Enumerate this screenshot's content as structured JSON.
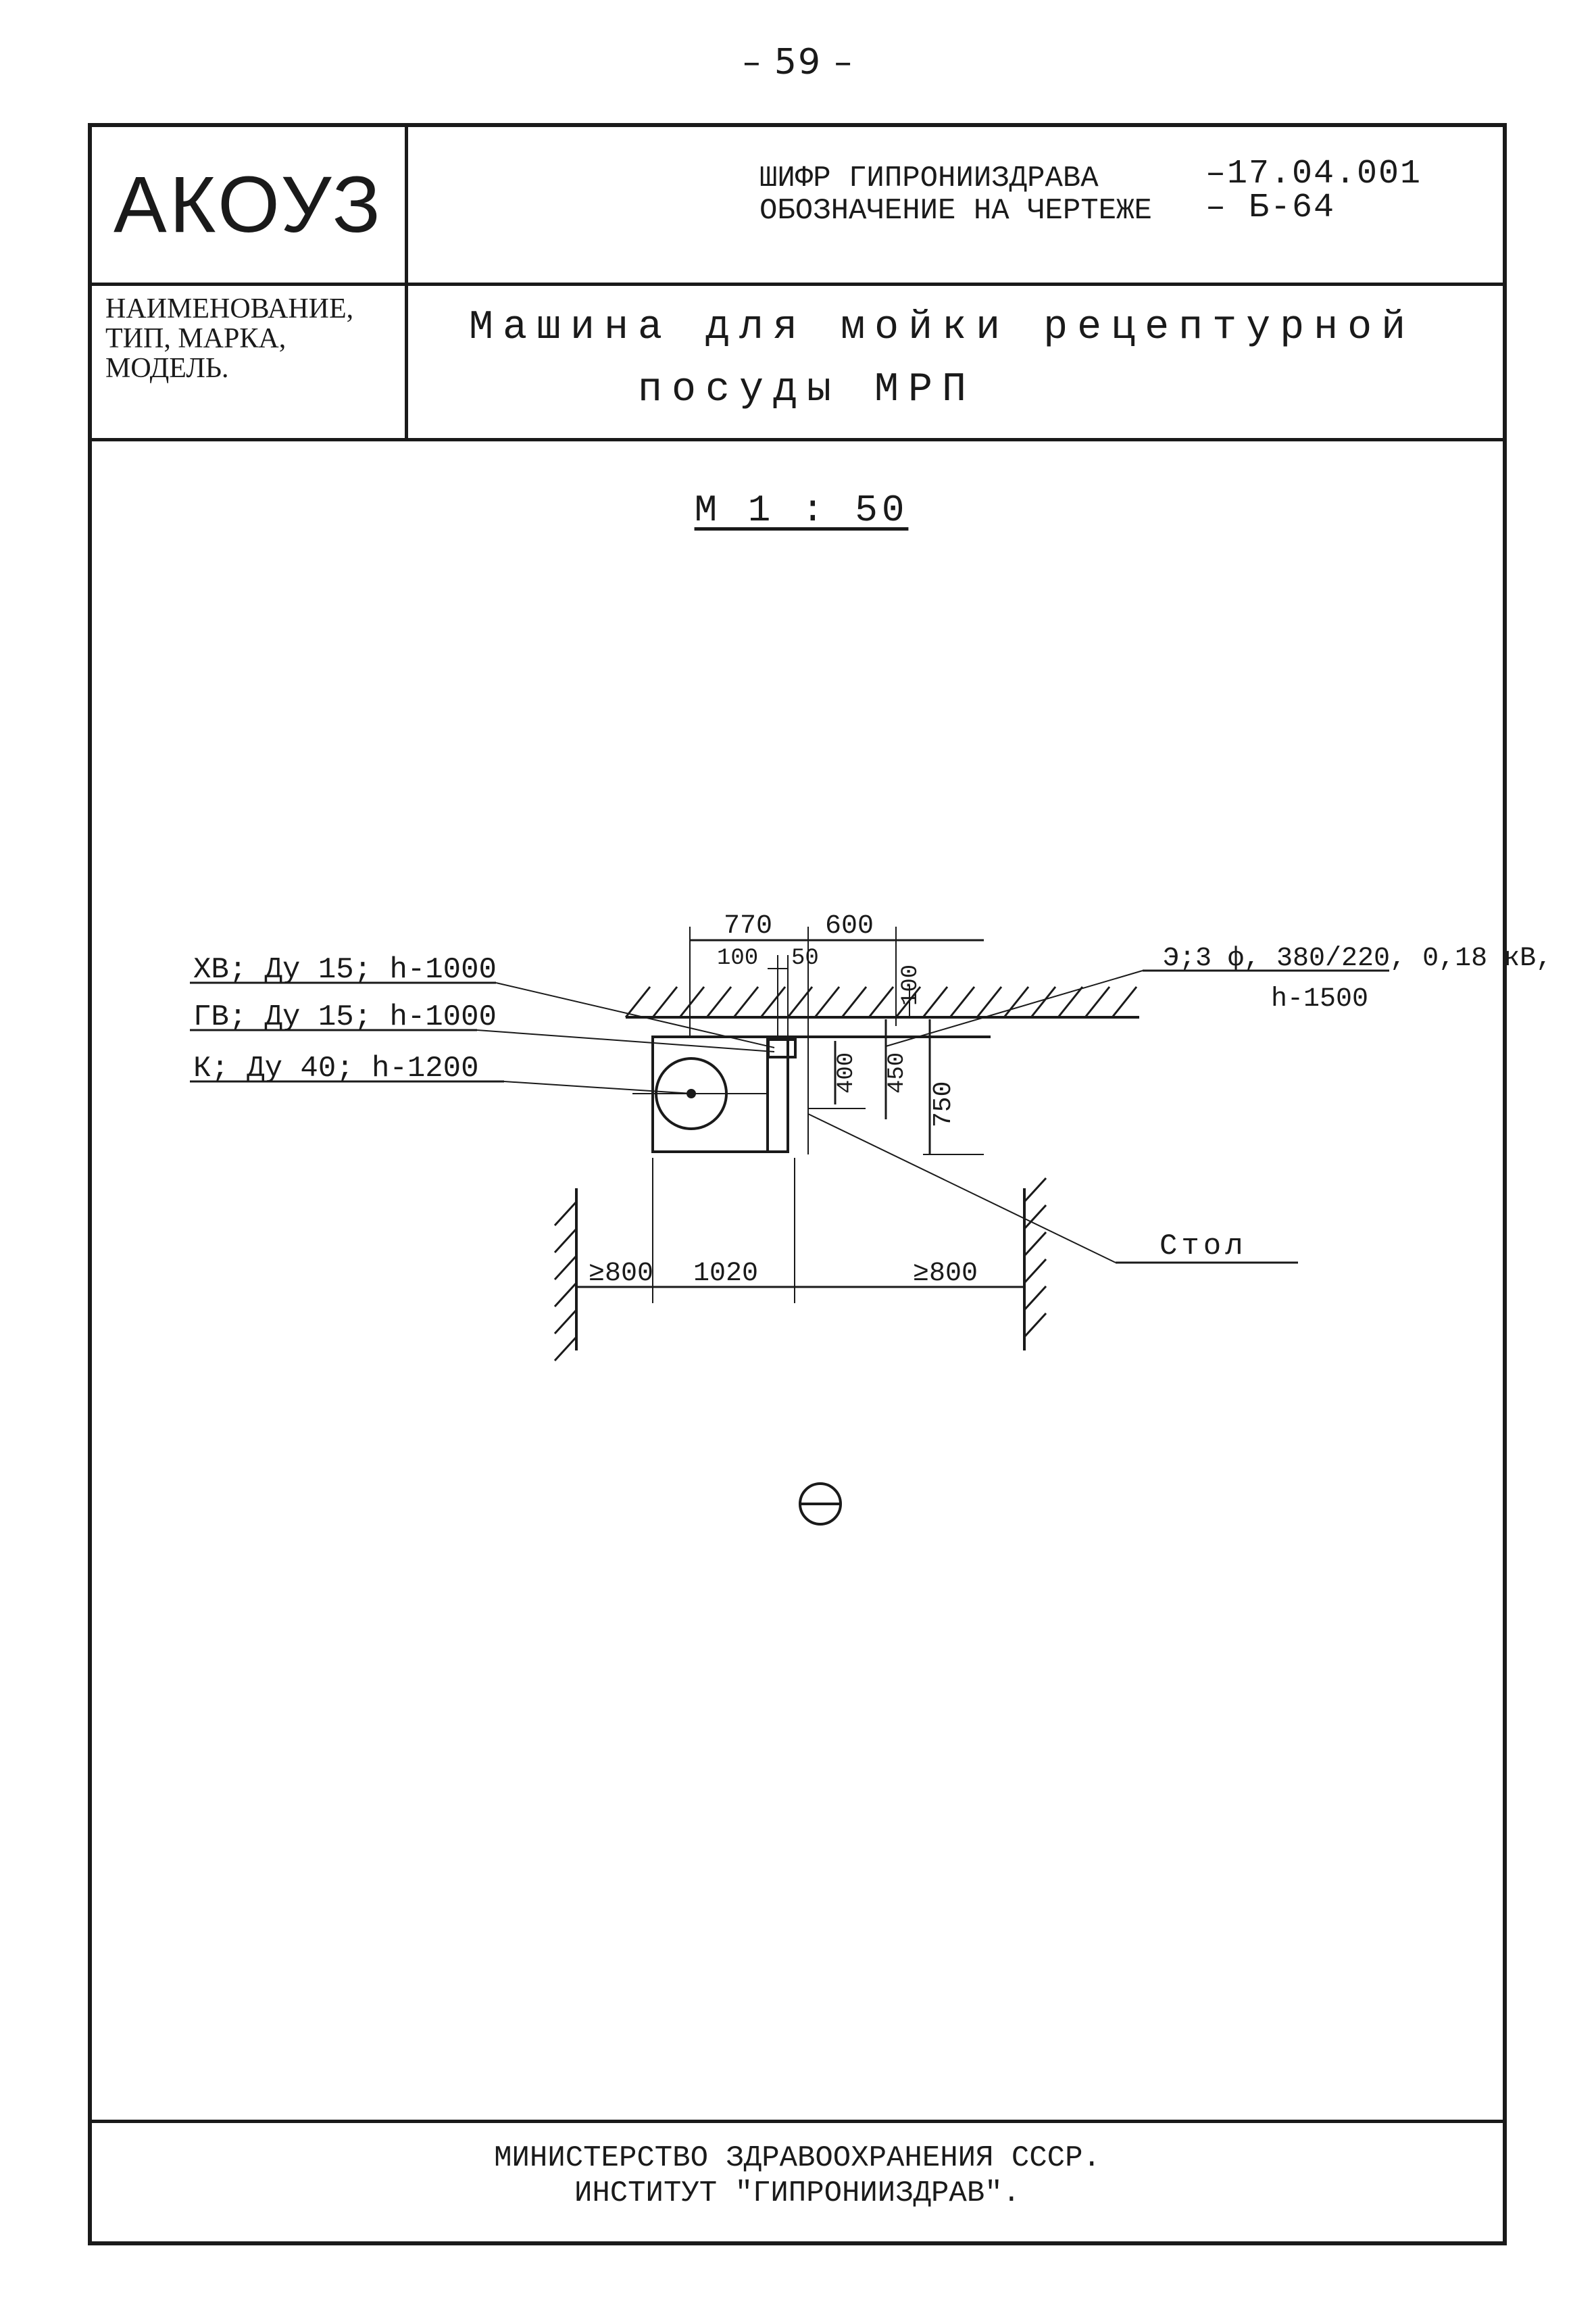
{
  "page_number": "– 59 –",
  "logo_text": "АКОУЗ",
  "header": {
    "code_label": "ШИФР ГИПРОНИИЗДРАВА",
    "code_value": "–17.04.001",
    "drawing_label": "ОБОЗНАЧЕНИЕ НА ЧЕРТЕЖЕ",
    "drawing_value": "– Б-64"
  },
  "name_label": [
    "НАИМЕНОВАНИЕ,",
    "ТИП, МАРКА,",
    "МОДЕЛЬ."
  ],
  "name_value": [
    "Машина для мойки рецептурной",
    "посуды МРП"
  ],
  "scale": "М 1 : 50",
  "drawing": {
    "labels": {
      "cold_water": "ХВ; Ду 15; h-1000",
      "hot_water": "ГВ; Ду 15; h-1000",
      "sewer": "К; Ду 40; h-1200",
      "electric": "Э;3 ф, 380/220, 0,18 кВ,",
      "electric_height": "h-1500",
      "table": "Стол"
    },
    "dimensions": {
      "d770": "770",
      "d600": "600",
      "d100a": "100",
      "d50": "50",
      "d100b": "100",
      "d400": "400",
      "d450": "450",
      "d750": "750",
      "clear_left": "≥800",
      "d1020": "1020",
      "clear_right": "≥800"
    }
  },
  "footer": [
    "МИНИСТЕРСТВО ЗДРАВООХРАНЕНИЯ СССР.",
    "ИНСТИТУТ \"ГИПРОНИИЗДРАВ\"."
  ]
}
